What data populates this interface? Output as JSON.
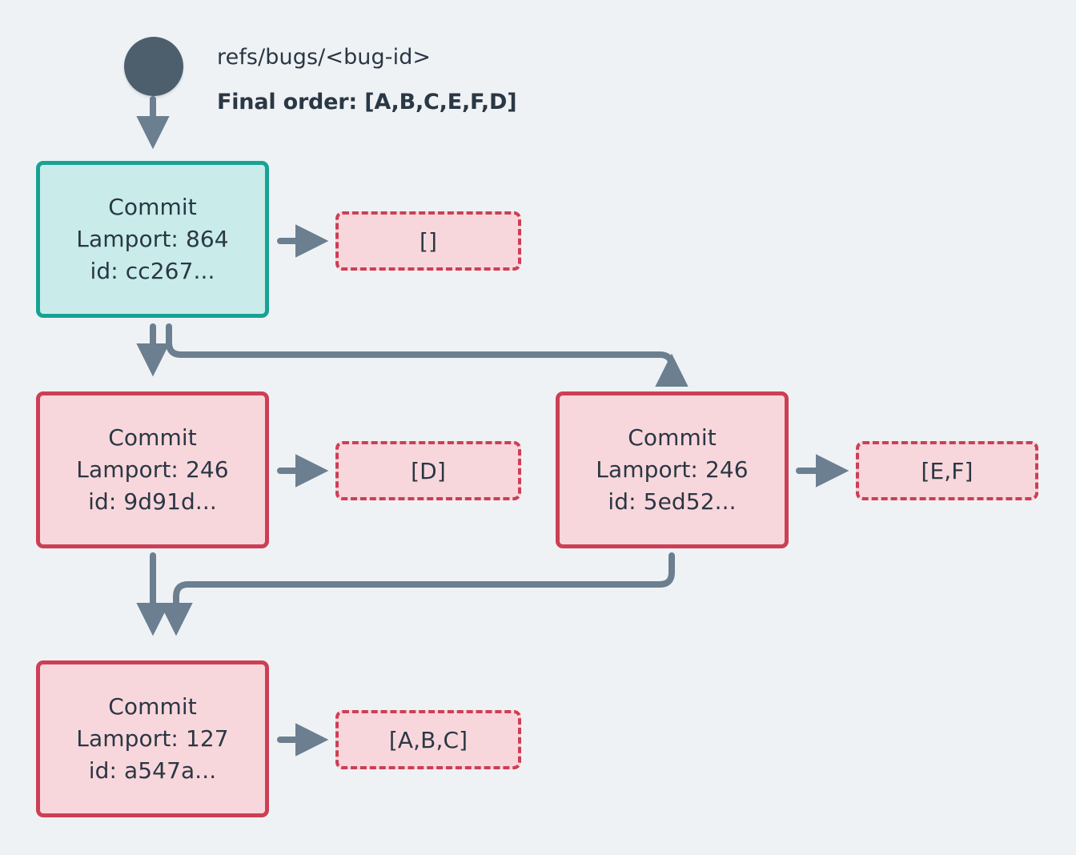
{
  "diagram": {
    "kind": "commit-dag",
    "background_color": "#eff2f5",
    "root": {
      "marker_name": "root-dot",
      "ref_label": "refs/bugs/<bug-id>",
      "final_order_label": "Final order: [A,B,C,E,F,D]"
    },
    "colors": {
      "background": "#eff2f5",
      "text": "#2a3744",
      "root_dot": "#4d5f6d",
      "edge": "#6b7f90",
      "teal_border": "#16a394",
      "teal_fill": "#c9ecea",
      "red_border": "#cc3f55",
      "red_fill": "#f8d7dc"
    },
    "nodes": [
      {
        "id": "cc267",
        "style": "teal",
        "title": "Commit",
        "lamport": "Lamport: 864",
        "commit_id": "id: cc267...",
        "ops_label": "[]"
      },
      {
        "id": "9d91d",
        "style": "red",
        "title": "Commit",
        "lamport": "Lamport: 246",
        "commit_id": "id: 9d91d...",
        "ops_label": "[D]"
      },
      {
        "id": "5ed52",
        "style": "red",
        "title": "Commit",
        "lamport": "Lamport: 246",
        "commit_id": "id: 5ed52...",
        "ops_label": "[E,F]"
      },
      {
        "id": "a547a",
        "style": "red",
        "title": "Commit",
        "lamport": "Lamport: 127",
        "commit_id": "id: a547a...",
        "ops_label": "[A,B,C]"
      }
    ]
  }
}
